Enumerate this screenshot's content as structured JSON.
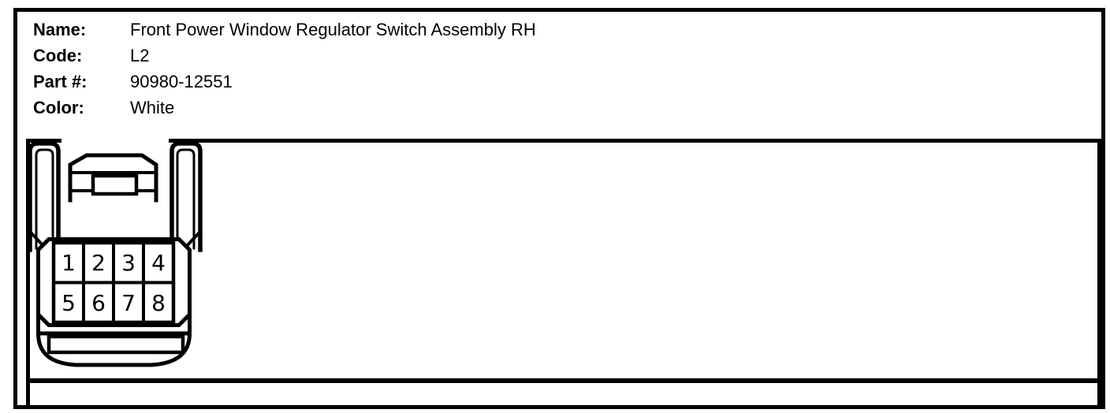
{
  "page": {
    "background": "#ffffff",
    "line_color": "#000000"
  },
  "header": {
    "fields": [
      {
        "label": "Name:",
        "value": "Front Power Window Regulator Switch Assembly RH"
      },
      {
        "label": "Code:",
        "value": "L2"
      },
      {
        "label": "Part #:",
        "value": "90980-12551"
      },
      {
        "label": "Color:",
        "value": "White"
      }
    ]
  },
  "connector": {
    "description": "8-pin connector face view, 2 rows x 4 columns",
    "pins": [
      "1",
      "2",
      "3",
      "4",
      "5",
      "6",
      "7",
      "8"
    ]
  }
}
